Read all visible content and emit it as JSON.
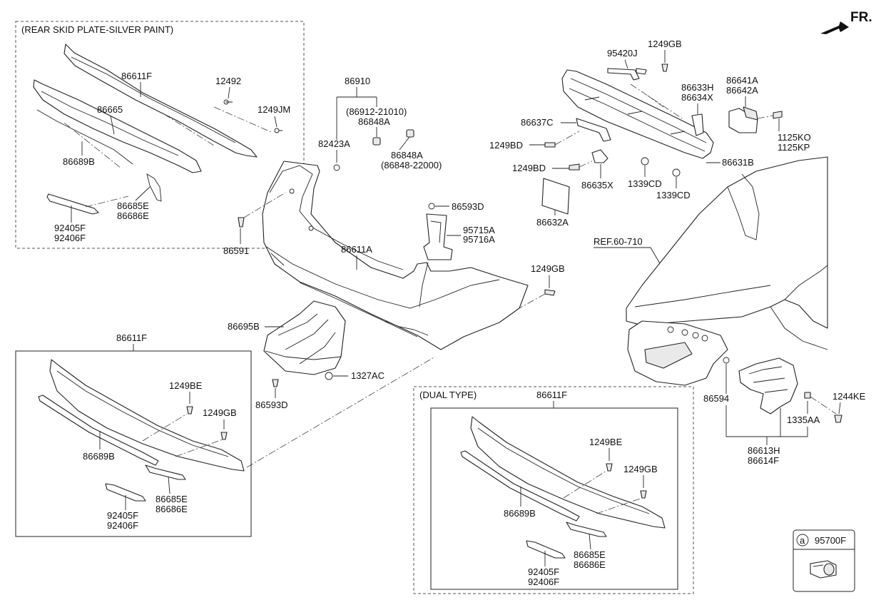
{
  "header": {
    "direction_label": "FR.",
    "direction_icon": "forward-arrow-icon"
  },
  "groups": {
    "skid_plate_title": "(REAR SKID PLATE-SILVER PAINT)",
    "dual_type_title": "(DUAL TYPE)"
  },
  "labels": {
    "p86611F_top": "86611F",
    "p12492": "12492",
    "p1249JM": "1249JM",
    "p86665": "86665",
    "p86689B_top": "86689B",
    "p86685E_top": "86685E",
    "p86686E_top": "86686E",
    "p92405F_top": "92405F",
    "p92406F_top": "92406F",
    "p86910": "86910",
    "p86912": "(86912-21010)",
    "p86848A_a": "86848A",
    "p82423A": "82423A",
    "p86848A_b": "86848A",
    "p86848_22000": "(86848-22000)",
    "p86591": "86591",
    "p86593D_a": "86593D",
    "p95715A": "95715A",
    "p95716A": "95716A",
    "p86611A": "86611A",
    "p1249GB_mid": "1249GB",
    "p86695B": "86695B",
    "p1327AC": "1327AC",
    "p86593D_b": "86593D",
    "p95420J": "95420J",
    "p1249GB_top": "1249GB",
    "p86633H": "86633H",
    "p86634X": "86634X",
    "p86641A": "86641A",
    "p86642A": "86642A",
    "p86637C": "86637C",
    "p1249BD_a": "1249BD",
    "p1249BD_b": "1249BD",
    "p1125KO": "1125KO",
    "p1125KP": "1125KP",
    "p86631B": "86631B",
    "p86635X": "86635X",
    "p1339CD_a": "1339CD",
    "p1339CD_b": "1339CD",
    "p86632A": "86632A",
    "ref": "REF.60-710",
    "p86611F_left": "86611F",
    "p1249BE_left": "1249BE",
    "p1249GB_left": "1249GB",
    "p86689B_left": "86689B",
    "p86685E_left": "86685E",
    "p86686E_left": "86686E",
    "p92405F_left": "92405F",
    "p92406F_left": "92406F",
    "p86611F_dual": "86611F",
    "p1249BE_dual": "1249BE",
    "p1249GB_dual": "1249GB",
    "p86689B_dual": "86689B",
    "p86685E_dual": "86685E",
    "p86686E_dual": "86686E",
    "p92405F_dual": "92405F",
    "p92406F_dual": "92406F",
    "p86594": "86594",
    "p1244KE": "1244KE",
    "p1335AA": "1335AA",
    "p86613H": "86613H",
    "p86614F": "86614F"
  },
  "legend": {
    "marker": "a",
    "part_number": "95700F"
  }
}
